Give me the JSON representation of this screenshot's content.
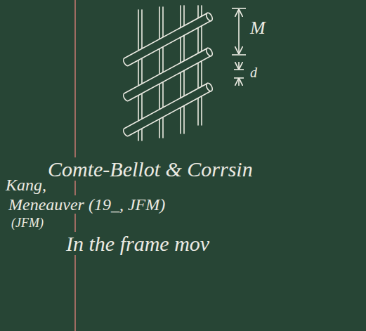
{
  "diagram": {
    "labels": [
      "M",
      "d",
      "Kang,",
      "Comte-Bellot & Corrsin",
      "Meneauver (19_, JFM)",
      "(JFM)",
      "In the frame mov"
    ]
  }
}
